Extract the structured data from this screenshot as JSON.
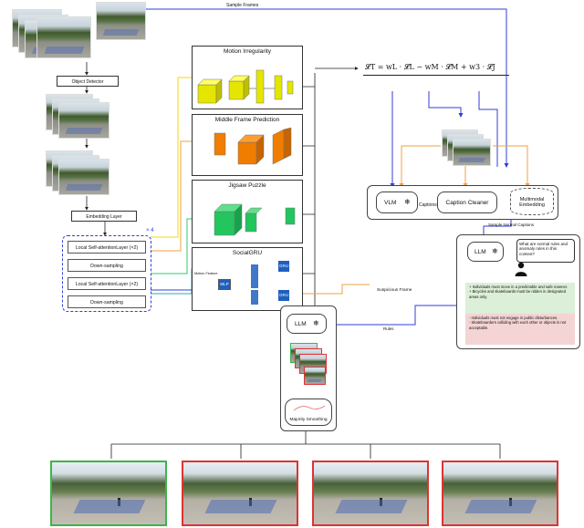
{
  "input": {
    "sample_frames_label": "Sample Frames",
    "object_detector": "Object Detector",
    "embedding_layer": "Embedding Layer",
    "repeat": "× 4",
    "encoder": [
      "Local Self-attentionLayer (×2)",
      "Down-sampling",
      "Local Self-attentionLayer (×2)",
      "Down-sampling"
    ]
  },
  "tasks": {
    "motion": "Motion Irregularity",
    "middle": "Middle Frame Prediction",
    "jigsaw": "Jigsaw Puzzle",
    "social": "SocialGRU",
    "mlp": "MLP",
    "gru": "GRU",
    "motion_feature": "Motion Feature"
  },
  "loss": {
    "formula": "𝓛T = wL · 𝓛L − wM · 𝓛M + w3 · 𝓛J"
  },
  "vlm_block": {
    "vlm": "VLM",
    "captions": "Captions",
    "caption_cleaner": "Caption Cleaner",
    "multimodal": "Multimodal Embedding",
    "sample_normal_captions": "Sample Normal Captions"
  },
  "rules_block": {
    "llm": "LLM",
    "question": "What are normal rules and anomaly rules in this context?",
    "normal_rules": [
      "+ Individuals must move in a predictable and safe manner.",
      "+ Bicycles and skateboards must be ridden in designated areas only."
    ],
    "anomaly_rules": [
      "- Individuals must not engage in public disturbances.",
      "- Skateboarders colliding with each other or objects is not acceptable."
    ]
  },
  "reasoning_block": {
    "suspicious_frame": "Suspicious Frame",
    "rules": "Rules",
    "llm": "LLM",
    "majority_smoothing": "Majority Smoothing"
  },
  "outputs": {
    "count": 4,
    "border_colors": [
      "#3cb44b",
      "#d33333",
      "#d33333",
      "#d33333"
    ]
  },
  "colors": {
    "blue_arrow": "#2f3fd6",
    "orange_arrow": "#f0a040",
    "yellow_arrow": "#ffd400",
    "green_arrow": "#2ecc71",
    "teal_arrow": "#20b2aa",
    "yellow_block": "#e5e600",
    "orange_block": "#f07d00",
    "green_block": "#22c55e",
    "blue_block": "#1f5fbf",
    "normal_rules_bg": "#dcefd8",
    "anomaly_rules_bg": "#f4d4d4"
  },
  "icons": {
    "frozen": "snowflake-icon",
    "user": "user-icon"
  }
}
